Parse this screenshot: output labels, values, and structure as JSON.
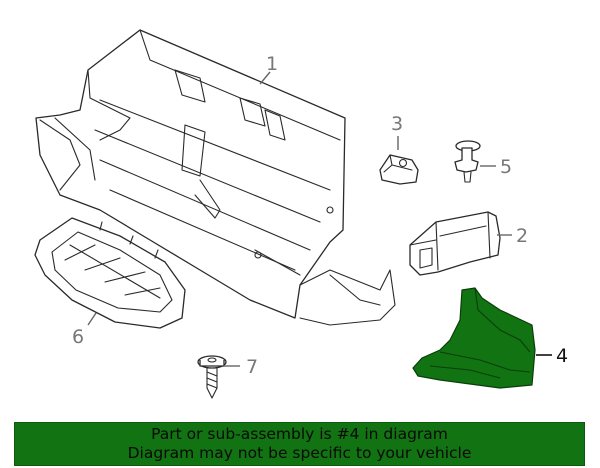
{
  "callouts": {
    "c1": "1",
    "c2": "2",
    "c3": "3",
    "c4": "4",
    "c5": "5",
    "c6": "6",
    "c7": "7"
  },
  "highlight_color": "#127312",
  "banner": {
    "line1": "Part or sub-assembly is #4 in diagram",
    "line2": "Diagram may not be specific to your vehicle"
  }
}
